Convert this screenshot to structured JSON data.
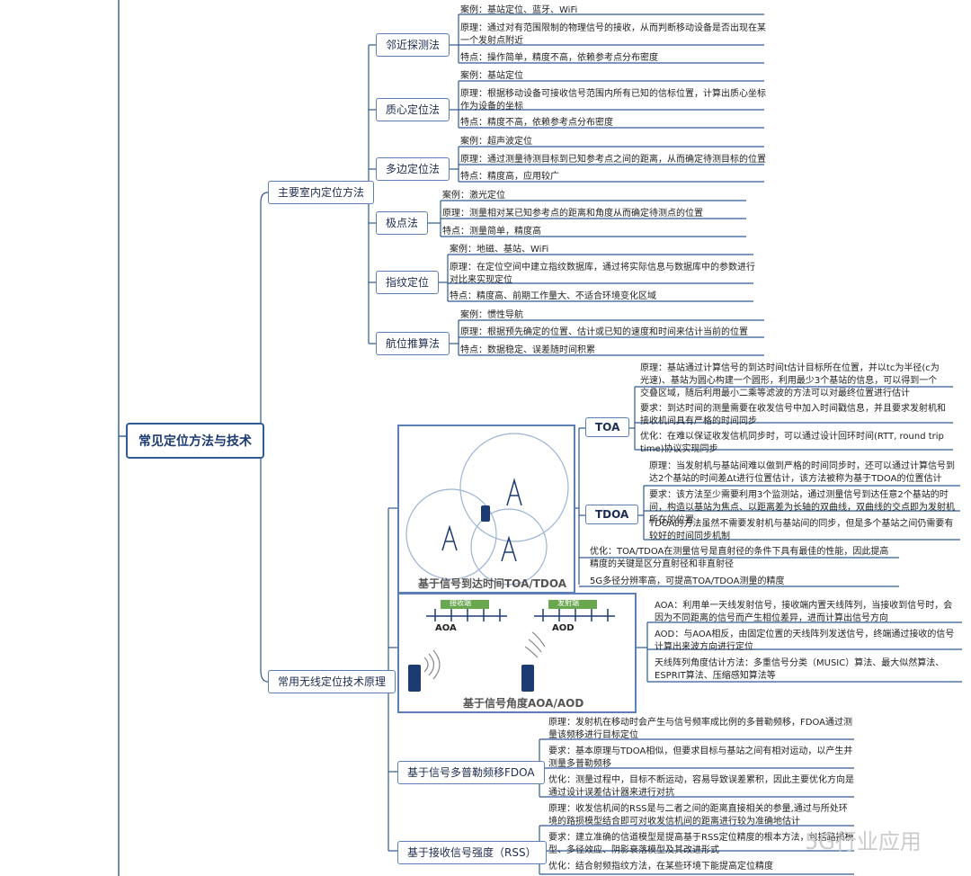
{
  "root": "常见定位方法与技术",
  "indoor": {
    "label": "主要室内定位方法",
    "methods": [
      {
        "name": "邻近探测法",
        "leaves": [
          "案例：基站定位、蓝牙、WiFi",
          "原理：通过对有范围限制的物理信号的接收，从而判断移动设备是否出现在某一个发射点附近",
          "特点：操作简单，精度不高，依赖参考点分布密度"
        ]
      },
      {
        "name": "质心定位法",
        "leaves": [
          "案例：基站定位",
          "原理：根据移动设备可接收信号范围内所有已知的信标位置，计算出质心坐标作为设备的坐标",
          "特点：精度不高，依赖参考点分布密度"
        ]
      },
      {
        "name": "多边定位法",
        "leaves": [
          "案例：超声波定位",
          "原理：通过测量待测目标到已知参考点之间的距离，从而确定待测目标的位置",
          "特点：精度高，应用较广"
        ]
      },
      {
        "name": "极点法",
        "leaves": [
          "案例：激光定位",
          "原理：测量相对某已知参考点的距离和角度从而确定待测点的位置",
          "特点：测量简单，精度高"
        ]
      },
      {
        "name": "指纹定位",
        "leaves": [
          "案例：地磁、基站、WiFi",
          "原理：在定位空间中建立指纹数据库，通过将实际信息与数据库中的参数进行对比来实现定位",
          "特点：精度高、前期工作量大、不适合环境变化区域"
        ]
      },
      {
        "name": "航位推算法",
        "leaves": [
          "案例：惯性导航",
          "原理：根据预先确定的位置、估计或已知的速度和时间来估计当前的位置",
          "特点：数据稳定、误差随时间积累"
        ]
      }
    ]
  },
  "wireless": {
    "label": "常用无线定位技术原理",
    "toa_caption": "基于信号到达时间TOA/TDOA",
    "toa": {
      "tag": "TOA",
      "leaves": [
        "原理：基站通过计算信号的到达时间t估计目标所在位置，并以tc为半径(c为光速)、基站为圆心构建一个圆形，利用最少3个基站的信息，可以得到一个交叠区域，随后利用最小二乘等滤波的方法可以对最终位置进行估计",
        "要求：到达时间的测量需要在收发信号中加入时间戳信息，并且要求发射机和接收机间具有严格的时间同步",
        "优化：在难以保证收发信机同步时，可以通过设计回环时间(RTT, round trip time)协议实现同步"
      ]
    },
    "tdoa": {
      "tag": "TDOA",
      "leaves": [
        "原理：当发射机与基站间难以做到严格的时间同步时，还可以通过计算信号到达2个基站的时间差Δt进行位置估计，该方法被称为基于TDOA的位置估计",
        "要求：该方法至少需要利用3个监测站，通过测量信号到达任意2个基站的时间，构造以基站为焦点、以距离差为长轴的双曲线，双曲线的交点即为发射机所在的位置",
        "TDOA的方法虽然不需要发射机与基站间的同步，但是多个基站之间仍需要有较好的时间同步机制"
      ]
    },
    "toa_extra": [
      "优化：TOA/TDOA在测量信号是直射径的条件下具有最佳的性能，因此提高精度的关键是区分直射径和非直射径",
      "5G多径分辨率高，可提高TOA/TDOA测量的精度"
    ],
    "aoa_caption": "基于信号角度AOA/AOD",
    "aoa_labels": {
      "rx": "接收端",
      "tx": "发射端",
      "aoa": "AOA",
      "aod": "AOD"
    },
    "aoa_leaves": [
      "AOA：利用单一天线发射信号，接收端内置天线阵列，当接收到信号时，会因为不同距离的信号而产生相位差异，进而计算出信号方向",
      "AOD：与AOA相反，由固定位置的天线阵列发送信号，终端通过接收的信号计算出来波方向进行定位",
      "天线阵列角度估计方法：多重信号分类（MUSIC）算法、最大似然算法、ESPRIT算法、压缩感知算法等"
    ],
    "fdoa": {
      "label": "基于信号多普勒频移FDOA",
      "leaves": [
        "原理：发射机在移动时会产生与信号频率成比例的多普勒频移，FDOA通过测量该频移进行目标定位",
        "要求：基本原理与TDOA相似，但要求目标与基站之间有相对运动，以产生并测量多普勒频移",
        "优化：测量过程中，目标不断运动，容易导致误差累积，因此主要优化方向是通过设计误差估计器来进行对抗"
      ]
    },
    "rss": {
      "label": "基于接收信号强度（RSS）",
      "leaves": [
        "原理：收发信机间的RSS是与二者之间的距离直接相关的参量,通过与所处环境的路损模型结合即可对收发信机间的距离进行较为准确地估计",
        "要求：建立准确的信道模型是提高基于RSS定位精度的根本方法，包括路损模型、多径效应、阴影衰落模型及其改进形式",
        "优化：结合射频指纹方法，在某些环境下能提高定位精度"
      ]
    }
  },
  "watermark": "5G行业应用",
  "colors": {
    "line": "#2f5a96",
    "accent": "#5b7fb6"
  }
}
